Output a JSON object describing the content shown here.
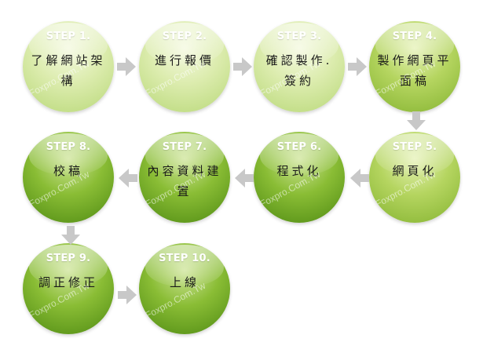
{
  "steps": [
    {
      "num": "STEP 1.",
      "label": "了解網站架構"
    },
    {
      "num": "STEP 2.",
      "label": "進行報價"
    },
    {
      "num": "STEP 3.",
      "label": "確認製作. 簽約"
    },
    {
      "num": "STEP 4.",
      "label": "製作網頁平面稿"
    },
    {
      "num": "STEP 5.",
      "label": "網頁化"
    },
    {
      "num": "STEP 6.",
      "label": "程式化"
    },
    {
      "num": "STEP 7.",
      "label": "內容資料建置"
    },
    {
      "num": "STEP 8.",
      "label": "校稿"
    },
    {
      "num": "STEP 9.",
      "label": "調正修正"
    },
    {
      "num": "STEP 10.",
      "label": "上線"
    }
  ],
  "watermark": "Foxpro.Com.Tw",
  "colors": {
    "arrow": "#c8c8c8",
    "light_green": "#dcecae",
    "mid_green": "#b5d560",
    "dark_green": "#5e9a18",
    "step_number_text": "#ffffff",
    "label_text": "#1a1a1a"
  }
}
